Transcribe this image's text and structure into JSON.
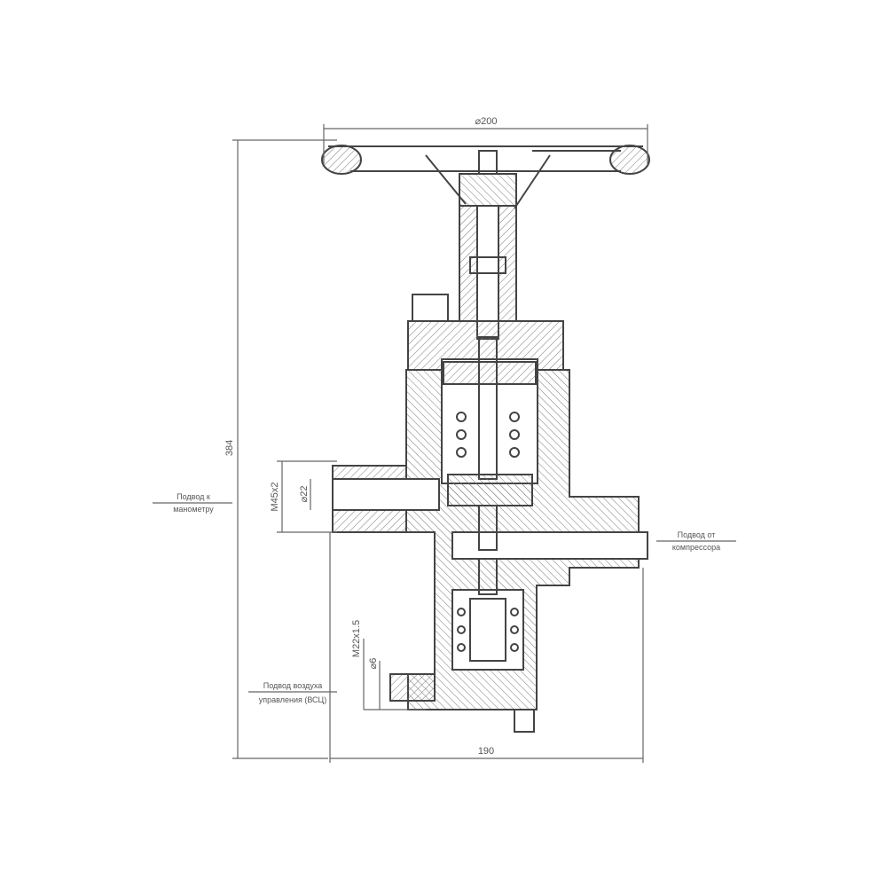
{
  "dimensions": {
    "handwheel_diameter": "⌀200",
    "overall_height": "384",
    "overall_width": "190",
    "inlet_thread": "M45x2",
    "inlet_bore": "⌀22",
    "control_thread": "M22x1.5",
    "control_bore": "⌀6"
  },
  "callouts": {
    "manometer_top": "Подвод к",
    "manometer_bottom": "манометру",
    "compressor_top": "Подвод от",
    "compressor_bottom": "компрессора",
    "control_top": "Подвод воздуха",
    "control_bottom": "управления (ВСЦ)"
  },
  "colors": {
    "line": "#444444",
    "hatch": "#777777",
    "dim": "#666666"
  }
}
